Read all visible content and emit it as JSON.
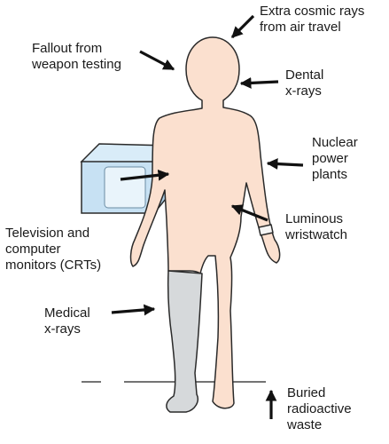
{
  "labels": {
    "cosmic": "Extra cosmic rays\nfrom air travel",
    "fallout": "Fallout from\nweapon testing",
    "dental": "Dental\nx-rays",
    "nuclear": "Nuclear\npower\nplants",
    "luminous": "Luminous\nwristwatch",
    "television": "Television and\ncomputer\nmonitors (CRTs)",
    "medical": "Medical\nx-rays",
    "buried": "Buried\nradioactive\nwaste"
  },
  "colors": {
    "skin": "#fbe0cf",
    "outline": "#2a2a2a",
    "cast": "#d6d9db",
    "monitor": "#b8d8ee",
    "arrow": "#111111"
  }
}
